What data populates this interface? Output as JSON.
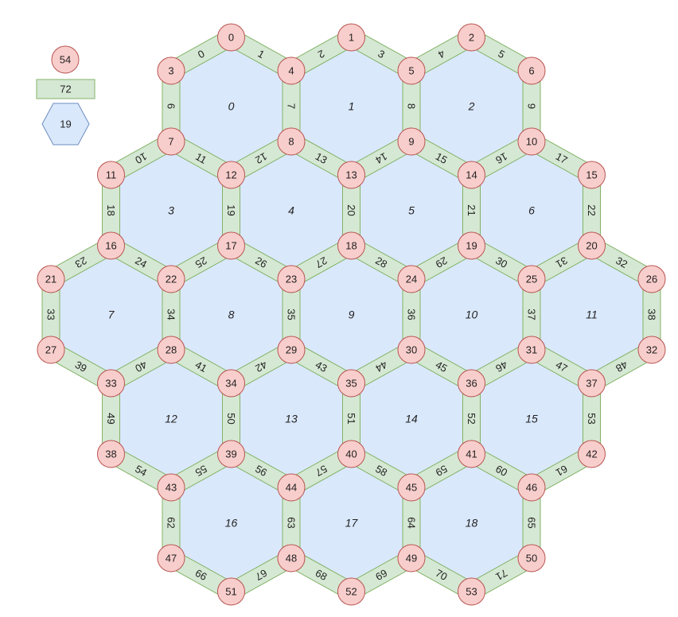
{
  "legend": {
    "node_count": "54",
    "road_count": "72",
    "hex_count": "19"
  },
  "colors": {
    "hex_fill": "#dae8fc",
    "hex_stroke": "#6c8ebf",
    "road_fill": "#d5e8d4",
    "road_stroke": "#82b366",
    "node_fill": "#f8cecc",
    "node_stroke": "#b85450"
  },
  "hexes": [
    {
      "label": "0",
      "node_ids": [
        0,
        3,
        7,
        12,
        8,
        4
      ]
    },
    {
      "label": "1",
      "node_ids": [
        1,
        4,
        8,
        13,
        9,
        5
      ]
    },
    {
      "label": "2",
      "node_ids": [
        2,
        5,
        9,
        14,
        10,
        6
      ]
    },
    {
      "label": "3",
      "node_ids": [
        7,
        11,
        16,
        22,
        17,
        12
      ]
    },
    {
      "label": "4",
      "node_ids": [
        8,
        12,
        17,
        23,
        18,
        13
      ]
    },
    {
      "label": "5",
      "node_ids": [
        9,
        13,
        18,
        24,
        19,
        14
      ]
    },
    {
      "label": "6",
      "node_ids": [
        10,
        14,
        19,
        25,
        20,
        15
      ]
    },
    {
      "label": "7",
      "node_ids": [
        16,
        21,
        27,
        33,
        28,
        22
      ]
    },
    {
      "label": "8",
      "node_ids": [
        17,
        22,
        28,
        34,
        29,
        23
      ]
    },
    {
      "label": "9",
      "node_ids": [
        18,
        23,
        29,
        35,
        30,
        24
      ]
    },
    {
      "label": "10",
      "node_ids": [
        19,
        24,
        30,
        36,
        31,
        25
      ]
    },
    {
      "label": "11",
      "node_ids": [
        20,
        25,
        31,
        37,
        32,
        26
      ]
    },
    {
      "label": "12",
      "node_ids": [
        28,
        33,
        38,
        43,
        39,
        34
      ]
    },
    {
      "label": "13",
      "node_ids": [
        29,
        34,
        39,
        44,
        40,
        35
      ]
    },
    {
      "label": "14",
      "node_ids": [
        30,
        35,
        40,
        45,
        41,
        36
      ]
    },
    {
      "label": "15",
      "node_ids": [
        31,
        36,
        41,
        46,
        42,
        37
      ]
    },
    {
      "label": "16",
      "node_ids": [
        39,
        43,
        47,
        51,
        48,
        44
      ]
    },
    {
      "label": "17",
      "node_ids": [
        40,
        44,
        48,
        52,
        49,
        45
      ]
    },
    {
      "label": "18",
      "node_ids": [
        41,
        45,
        49,
        53,
        50,
        46
      ]
    }
  ],
  "roads": [
    {
      "label": "0",
      "ends": [
        0,
        3
      ]
    },
    {
      "label": "1",
      "ends": [
        0,
        4
      ]
    },
    {
      "label": "2",
      "ends": [
        1,
        4
      ]
    },
    {
      "label": "3",
      "ends": [
        1,
        5
      ]
    },
    {
      "label": "4",
      "ends": [
        2,
        5
      ]
    },
    {
      "label": "5",
      "ends": [
        2,
        6
      ]
    },
    {
      "label": "6",
      "ends": [
        3,
        7
      ]
    },
    {
      "label": "7",
      "ends": [
        4,
        8
      ]
    },
    {
      "label": "8",
      "ends": [
        5,
        9
      ]
    },
    {
      "label": "9",
      "ends": [
        6,
        10
      ]
    },
    {
      "label": "10",
      "ends": [
        7,
        11
      ]
    },
    {
      "label": "11",
      "ends": [
        7,
        12
      ]
    },
    {
      "label": "12",
      "ends": [
        8,
        12
      ]
    },
    {
      "label": "13",
      "ends": [
        8,
        13
      ]
    },
    {
      "label": "14",
      "ends": [
        9,
        13
      ]
    },
    {
      "label": "15",
      "ends": [
        9,
        14
      ]
    },
    {
      "label": "16",
      "ends": [
        10,
        14
      ]
    },
    {
      "label": "17",
      "ends": [
        10,
        15
      ]
    },
    {
      "label": "18",
      "ends": [
        11,
        16
      ]
    },
    {
      "label": "19",
      "ends": [
        12,
        17
      ]
    },
    {
      "label": "20",
      "ends": [
        13,
        18
      ]
    },
    {
      "label": "21",
      "ends": [
        14,
        19
      ]
    },
    {
      "label": "22",
      "ends": [
        15,
        20
      ]
    },
    {
      "label": "23",
      "ends": [
        16,
        21
      ]
    },
    {
      "label": "24",
      "ends": [
        16,
        22
      ]
    },
    {
      "label": "25",
      "ends": [
        17,
        22
      ]
    },
    {
      "label": "26",
      "ends": [
        17,
        23
      ]
    },
    {
      "label": "27",
      "ends": [
        18,
        23
      ]
    },
    {
      "label": "28",
      "ends": [
        18,
        24
      ]
    },
    {
      "label": "29",
      "ends": [
        19,
        24
      ]
    },
    {
      "label": "30",
      "ends": [
        19,
        25
      ]
    },
    {
      "label": "31",
      "ends": [
        20,
        25
      ]
    },
    {
      "label": "32",
      "ends": [
        20,
        26
      ]
    },
    {
      "label": "33",
      "ends": [
        21,
        27
      ]
    },
    {
      "label": "34",
      "ends": [
        22,
        28
      ]
    },
    {
      "label": "35",
      "ends": [
        23,
        29
      ]
    },
    {
      "label": "36",
      "ends": [
        24,
        30
      ]
    },
    {
      "label": "37",
      "ends": [
        25,
        31
      ]
    },
    {
      "label": "38",
      "ends": [
        26,
        32
      ]
    },
    {
      "label": "39",
      "ends": [
        27,
        33
      ]
    },
    {
      "label": "40",
      "ends": [
        28,
        33
      ]
    },
    {
      "label": "41",
      "ends": [
        28,
        34
      ]
    },
    {
      "label": "42",
      "ends": [
        29,
        34
      ]
    },
    {
      "label": "43",
      "ends": [
        29,
        35
      ]
    },
    {
      "label": "44",
      "ends": [
        30,
        35
      ]
    },
    {
      "label": "45",
      "ends": [
        30,
        36
      ]
    },
    {
      "label": "46",
      "ends": [
        31,
        36
      ]
    },
    {
      "label": "47",
      "ends": [
        31,
        37
      ]
    },
    {
      "label": "48",
      "ends": [
        32,
        37
      ]
    },
    {
      "label": "49",
      "ends": [
        33,
        38
      ]
    },
    {
      "label": "50",
      "ends": [
        34,
        39
      ]
    },
    {
      "label": "51",
      "ends": [
        35,
        40
      ]
    },
    {
      "label": "52",
      "ends": [
        36,
        41
      ]
    },
    {
      "label": "53",
      "ends": [
        37,
        42
      ]
    },
    {
      "label": "54",
      "ends": [
        38,
        43
      ]
    },
    {
      "label": "55",
      "ends": [
        39,
        43
      ]
    },
    {
      "label": "56",
      "ends": [
        39,
        44
      ]
    },
    {
      "label": "57",
      "ends": [
        40,
        44
      ]
    },
    {
      "label": "58",
      "ends": [
        40,
        45
      ]
    },
    {
      "label": "59",
      "ends": [
        41,
        45
      ]
    },
    {
      "label": "60",
      "ends": [
        41,
        46
      ]
    },
    {
      "label": "61",
      "ends": [
        42,
        46
      ]
    },
    {
      "label": "62",
      "ends": [
        43,
        47
      ]
    },
    {
      "label": "63",
      "ends": [
        44,
        48
      ]
    },
    {
      "label": "64",
      "ends": [
        45,
        49
      ]
    },
    {
      "label": "65",
      "ends": [
        46,
        50
      ]
    },
    {
      "label": "66",
      "ends": [
        47,
        51
      ]
    },
    {
      "label": "67",
      "ends": [
        48,
        51
      ]
    },
    {
      "label": "68",
      "ends": [
        48,
        52
      ]
    },
    {
      "label": "69",
      "ends": [
        49,
        52
      ]
    },
    {
      "label": "70",
      "ends": [
        49,
        53
      ]
    },
    {
      "label": "71",
      "ends": [
        50,
        53
      ]
    }
  ],
  "nodes": [
    "0",
    "1",
    "2",
    "3",
    "4",
    "5",
    "6",
    "7",
    "8",
    "9",
    "10",
    "11",
    "12",
    "13",
    "14",
    "15",
    "16",
    "17",
    "18",
    "19",
    "20",
    "21",
    "22",
    "23",
    "24",
    "25",
    "26",
    "27",
    "28",
    "29",
    "30",
    "31",
    "32",
    "33",
    "34",
    "35",
    "36",
    "37",
    "38",
    "39",
    "40",
    "41",
    "42",
    "43",
    "44",
    "45",
    "46",
    "47",
    "48",
    "49",
    "50",
    "51",
    "52",
    "53"
  ]
}
